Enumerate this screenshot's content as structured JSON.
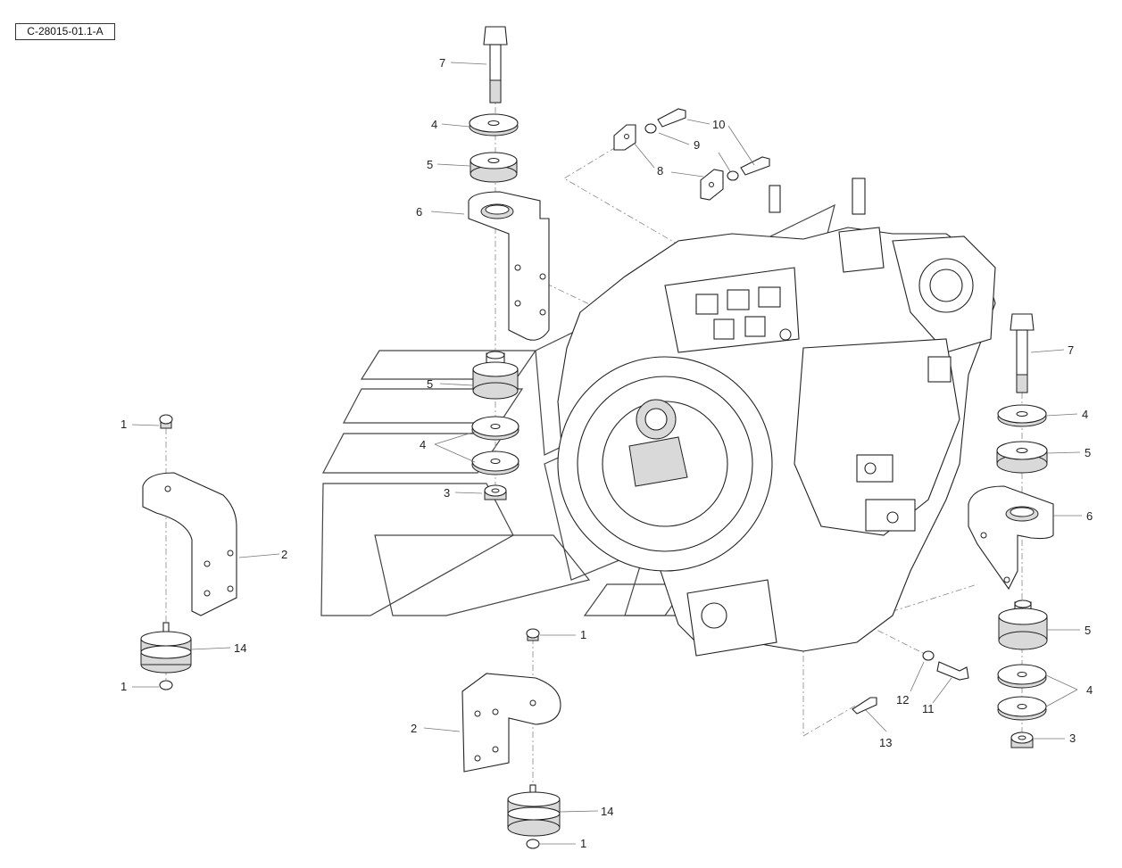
{
  "diagram": {
    "reference_code": "C-28015-01.1-A",
    "callouts": [
      {
        "id": "c7-top",
        "label": "7"
      },
      {
        "id": "c4-top",
        "label": "4"
      },
      {
        "id": "c5-top",
        "label": "5"
      },
      {
        "id": "c6-top",
        "label": "6"
      },
      {
        "id": "c5-mid",
        "label": "5"
      },
      {
        "id": "c4-mid",
        "label": "4"
      },
      {
        "id": "c3-mid",
        "label": "3"
      },
      {
        "id": "c10",
        "label": "10"
      },
      {
        "id": "c9",
        "label": "9"
      },
      {
        "id": "c8",
        "label": "8"
      },
      {
        "id": "c1-left-top",
        "label": "1"
      },
      {
        "id": "c2-left",
        "label": "2"
      },
      {
        "id": "c14-left",
        "label": "14"
      },
      {
        "id": "c1-left-bottom",
        "label": "1"
      },
      {
        "id": "c1-bottom-top",
        "label": "1"
      },
      {
        "id": "c2-bottom",
        "label": "2"
      },
      {
        "id": "c14-bottom",
        "label": "14"
      },
      {
        "id": "c1-bottom-bottom",
        "label": "1"
      },
      {
        "id": "c7-right",
        "label": "7"
      },
      {
        "id": "c4-right-top",
        "label": "4"
      },
      {
        "id": "c5-right-top",
        "label": "5"
      },
      {
        "id": "c6-right",
        "label": "6"
      },
      {
        "id": "c5-right-mid",
        "label": "5"
      },
      {
        "id": "c4-right-bottom",
        "label": "4"
      },
      {
        "id": "c3-right",
        "label": "3"
      },
      {
        "id": "c12",
        "label": "12"
      },
      {
        "id": "c11",
        "label": "11"
      },
      {
        "id": "c13",
        "label": "13"
      }
    ]
  }
}
